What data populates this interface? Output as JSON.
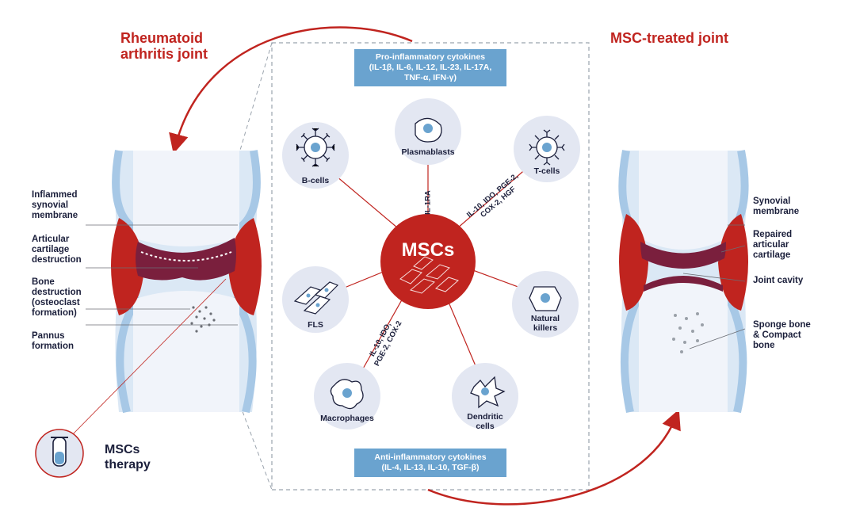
{
  "titles": {
    "left": [
      "Rheumatoid",
      "arthritis joint"
    ],
    "right": "MSC-treated joint"
  },
  "left_labels": {
    "inflamed": [
      "Inflammed",
      "synovial",
      "membrane"
    ],
    "articular": [
      "Articular",
      "cartilage",
      "destruction"
    ],
    "bone": [
      "Bone",
      "destruction",
      "(osteoclast",
      "formation)"
    ],
    "pannus": [
      "Pannus",
      "formation"
    ]
  },
  "right_labels": {
    "synovial": [
      "Synovial",
      "membrane"
    ],
    "repaired": [
      "Repaired",
      "articular",
      "cartilage"
    ],
    "cavity": "Joint cavity",
    "sponge": [
      "Sponge bone",
      "& Compact",
      "bone"
    ]
  },
  "therapy": [
    "MSCs",
    "therapy"
  ],
  "center": "MSCs",
  "pro_box": [
    "Pro-inflammatory cytokines",
    "(IL-1β, IL-6, IL-12, IL-23, IL-17A,",
    "TNF-α, IFN-γ)"
  ],
  "anti_box": [
    "Anti-inflammatory cytokines",
    "(IL-4, IL-13, IL-10, TGF-β)"
  ],
  "cells": {
    "b_cells": "B-cells",
    "plasmablasts": "Plasmablasts",
    "t_cells": "T-cells",
    "fls": "FLS",
    "natural_killers": [
      "Natural",
      "killers"
    ],
    "macrophages": "Macrophages",
    "dendritic": [
      "Dendritic",
      "cells"
    ]
  },
  "mediators": {
    "il1ra": "IL-1RA",
    "t_cells": [
      "IL-10, IDO, PGE-2,",
      "COX-2, HGF"
    ],
    "macrophages": [
      "IL-10, IDO,",
      "PGE-2, COX-2"
    ]
  },
  "colors": {
    "red": "#c0241f",
    "blue_box": "#6aa3cf",
    "cell_bg": "#e3e7f2",
    "bone_light": "#f1f4fa",
    "capsule": "#a7c8e6",
    "navy": "#1b1f3b"
  }
}
